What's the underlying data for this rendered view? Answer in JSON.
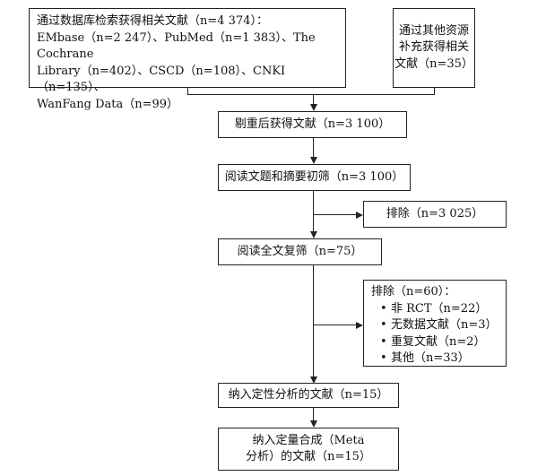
{
  "database_search": {
    "lines": [
      "通过数据库检索获得相关文献（n=4 374）：",
      "EMbase（n=2 247）、PubMed（n=1 383）、The Cochrane",
      "Library（n=402）、CSCD（n=108）、CNKI（n=135）、",
      "WanFang Data（n=99）"
    ]
  },
  "other_sources": {
    "lines": [
      "通过其他资源",
      "补充获得相关",
      "文献（n=35）"
    ]
  },
  "dedup": {
    "text": "剔重后获得文献（n=3 100）"
  },
  "screen": {
    "text": "阅读文题和摘要初筛（n=3 100）"
  },
  "exclude1": {
    "text": "排除（n=3 025）"
  },
  "fulltext": {
    "text": "阅读全文复筛（n=75）"
  },
  "exclude2": {
    "title": "排除（n=60）：",
    "items": [
      "非 RCT（n=22）",
      "无数据文献（n=3）",
      "重复文献（n=2）",
      "其他（n=33）"
    ]
  },
  "qualitative": {
    "text": "纳入定性分析的文献（n=15）"
  },
  "quantitative": {
    "lines": [
      "纳入定量合成（Meta",
      "分析）的文献（n=15）"
    ]
  }
}
